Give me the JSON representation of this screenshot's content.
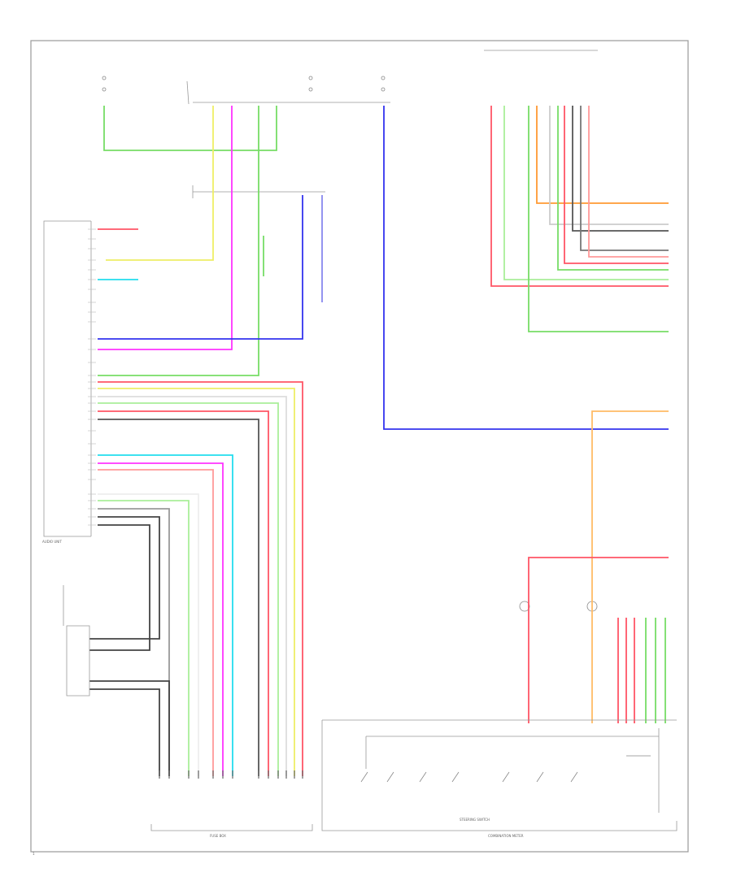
{
  "diagram": {
    "labels": {
      "audio_unit": "AUDIO UNIT",
      "steering_switches": "STEERING SWITCH",
      "combination_meter": "COMBINATION METER",
      "fuse_box": "FUSE BOX",
      "page_number": "1"
    },
    "colors": {
      "red": "#ff5566",
      "green": "#77dd66",
      "yellow": "#eeee66",
      "magenta": "#ff33ff",
      "blue": "#3333ee",
      "cyan": "#22ddee",
      "orange": "#ff9933",
      "gray": "#555555",
      "pink": "#ff9999",
      "lightgreen": "#aaee99",
      "frame": "#999999"
    }
  }
}
